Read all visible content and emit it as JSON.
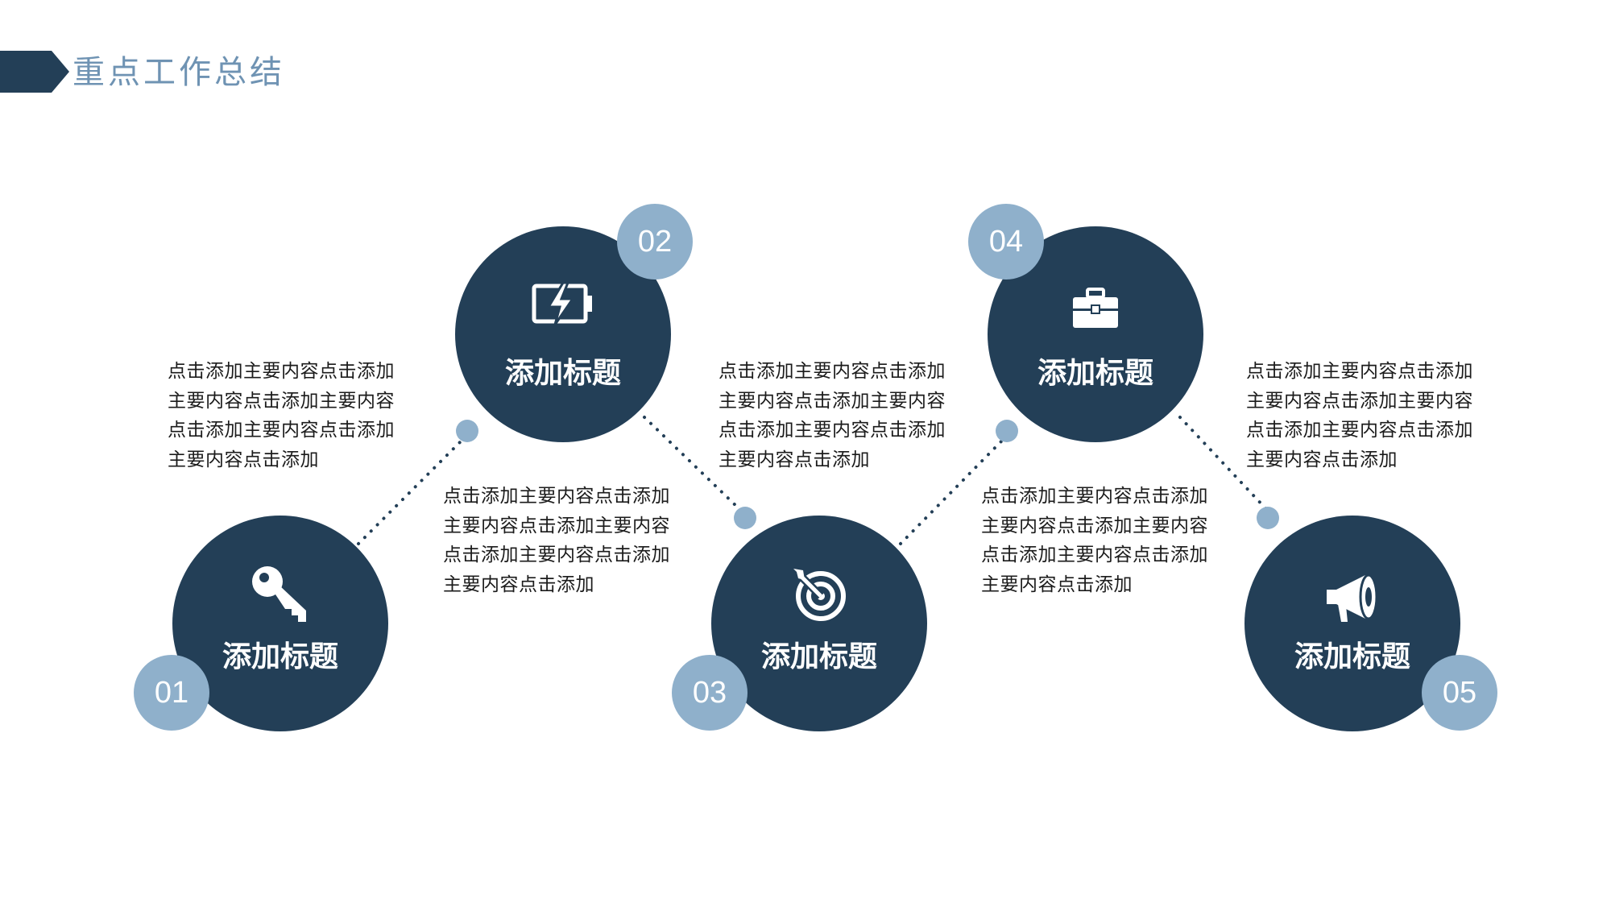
{
  "header": {
    "title": "重点工作总结"
  },
  "colors": {
    "primary": "#233f57",
    "accent": "#8fb0cb",
    "title": "#6f93b3",
    "text": "#1b1b1b"
  },
  "items": [
    {
      "number": "01",
      "title": "添加标题",
      "icon": "key-icon",
      "text": "点击添加主要内容点击添加主要内容点击添加主要内容点击添加主要内容点击添加主要内容点击添加"
    },
    {
      "number": "02",
      "title": "添加标题",
      "icon": "battery-charging-icon",
      "text": "点击添加主要内容点击添加主要内容点击添加主要内容点击添加主要内容点击添加主要内容点击添加"
    },
    {
      "number": "03",
      "title": "添加标题",
      "icon": "target-icon",
      "text": "点击添加主要内容点击添加主要内容点击添加主要内容点击添加主要内容点击添加主要内容点击添加"
    },
    {
      "number": "04",
      "title": "添加标题",
      "icon": "briefcase-icon",
      "text": "点击添加主要内容点击添加主要内容点击添加主要内容点击添加主要内容点击添加主要内容点击添加"
    },
    {
      "number": "05",
      "title": "添加标题",
      "icon": "megaphone-icon",
      "text": "点击添加主要内容点击添加主要内容点击添加主要内容点击添加主要内容点击添加主要内容点击添加"
    }
  ]
}
